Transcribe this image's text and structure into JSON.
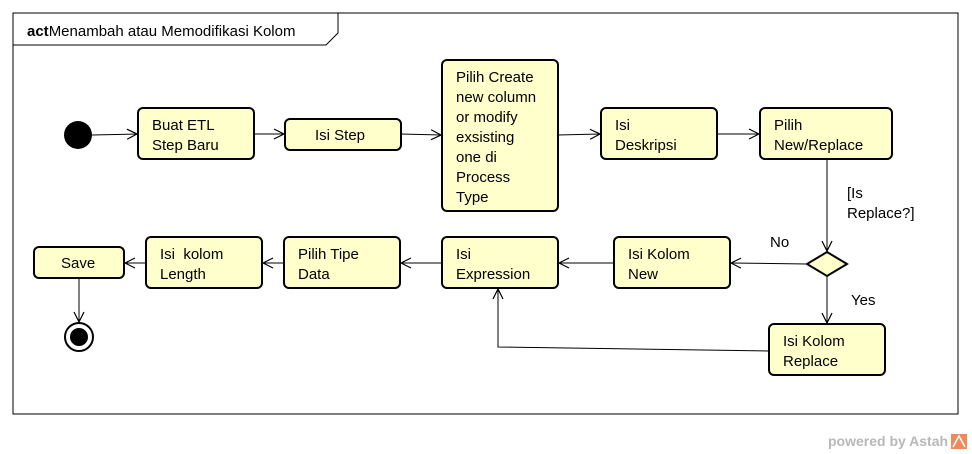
{
  "frame": {
    "keyword": "act",
    "title": "Menambah atau Memodifikasi Kolom"
  },
  "actions": {
    "buat_etl": [
      "Buat ETL",
      "Step Baru"
    ],
    "isi_step": [
      "Isi Step"
    ],
    "pilih_create": [
      "Pilih Create",
      "new column",
      "or modify",
      "exsisting",
      "one di",
      "Process",
      "Type"
    ],
    "isi_deskripsi": [
      "Isi",
      "Deskripsi"
    ],
    "pilih_new_replace": [
      "Pilih",
      "New/Replace"
    ],
    "isi_kolom_new": [
      "Isi Kolom",
      "New"
    ],
    "isi_kolom_replace": [
      "Isi Kolom",
      "Replace"
    ],
    "isi_expression": [
      "Isi",
      "Expression"
    ],
    "pilih_tipe_data": [
      "Pilih Tipe",
      "Data"
    ],
    "isi_kolom_length": [
      "Isi  kolom",
      "Length"
    ],
    "save": [
      "Save"
    ]
  },
  "guards": {
    "decision_label": [
      "[Is",
      "Replace?]"
    ],
    "no": "No",
    "yes": "Yes"
  },
  "watermark": {
    "text": "powered by Astah",
    "icon": "astah-logo-icon"
  },
  "colors": {
    "node_fill": "#ffffcc",
    "node_stroke": "#000000",
    "line": "#000000",
    "watermark": "#b8b8b8",
    "logo": "#f08a5d"
  }
}
